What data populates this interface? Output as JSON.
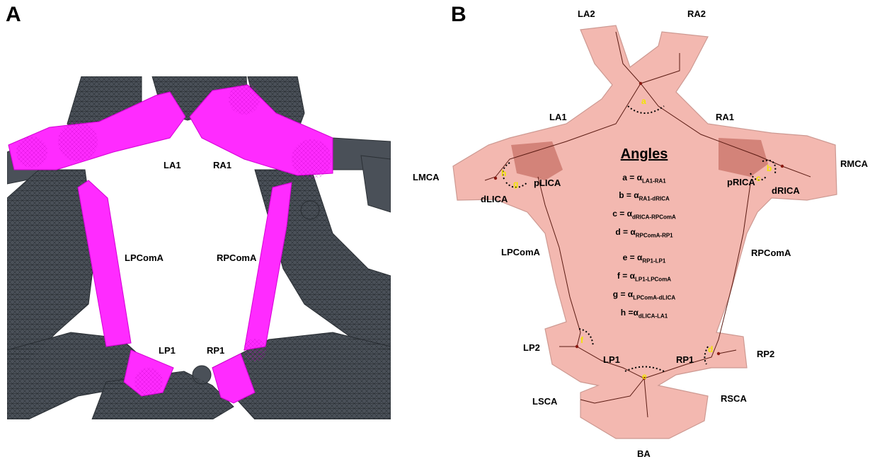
{
  "panels": {
    "a": "A",
    "b": "B"
  },
  "panel_a_labels": {
    "la1": "LA1",
    "ra1": "RA1",
    "lpcoma": "LPComA",
    "rpcoma": "RPComA",
    "lp1": "LP1",
    "rp1": "RP1"
  },
  "panel_b_labels": {
    "la2": "LA2",
    "ra2": "RA2",
    "la1": "LA1",
    "ra1": "RA1",
    "lmca": "LMCA",
    "rmca": "RMCA",
    "plica": "pLICA",
    "dlica": "dLICA",
    "prica": "pRICA",
    "drica": "dRICA",
    "lpcoma": "LPComA",
    "rpcoma": "RPComA",
    "lp2": "LP2",
    "rp2": "RP2",
    "lp1": "LP1",
    "rp1": "RP1",
    "lsca": "LSCA",
    "rsca": "RSCA",
    "ba": "BA"
  },
  "angle_markers": {
    "a": "a",
    "b": "b",
    "c": "c",
    "d": "d",
    "e": "e",
    "f": "f",
    "g": "g",
    "h": "h"
  },
  "angles_title": "Angles",
  "equations": [
    {
      "lhs": "a = α",
      "sub": "LA1-RA1"
    },
    {
      "lhs": "b = α",
      "sub": "RA1-dRICA"
    },
    {
      "lhs": "c = α",
      "sub": "dRICA-RPComA"
    },
    {
      "lhs": "d = α",
      "sub": "RPComA-RP1"
    },
    {
      "lhs": "e = α",
      "sub": "RP1-LP1"
    },
    {
      "lhs": "f = α",
      "sub": "LP1-LPComA"
    },
    {
      "lhs": "g = α",
      "sub": "LPComA-dLICA"
    },
    {
      "lhs": "h =α",
      "sub": "dLICA-LA1"
    }
  ],
  "colors": {
    "mesh": "#4a5058",
    "highlight": "#ff2bff",
    "vessel": "#f2b3aa",
    "vessel_edge": "#c99189",
    "marker": "#f2e600"
  }
}
